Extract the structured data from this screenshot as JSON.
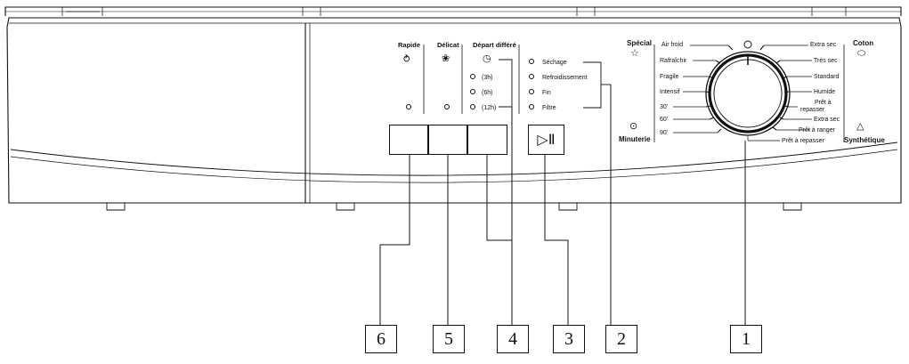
{
  "programs": {
    "rapide": "Rapide",
    "delicat": "Délicat",
    "depart_differe": "Départ différé",
    "delays": [
      "(3h)",
      "(6h)",
      "(12h)"
    ]
  },
  "status": [
    "Séchage",
    "Refroidissement",
    "Fin",
    "Filtre"
  ],
  "dial": {
    "special": "Spécial",
    "coton": "Coton",
    "minuterie": "Minuterie",
    "synthetique": "Synthétique",
    "left_labels": [
      "Air froid",
      "Rafraîchir",
      "Fragile",
      "Intensif",
      "30'",
      "60'",
      "90'"
    ],
    "right_labels": [
      "Extra sec",
      "Très sec",
      "Standard",
      "Humide",
      "Prêt à",
      "repasser",
      "Extra sec",
      "Prêt à ranger",
      "Prêt à repasser"
    ]
  },
  "callouts": [
    "6",
    "5",
    "4",
    "3",
    "2",
    "1"
  ]
}
